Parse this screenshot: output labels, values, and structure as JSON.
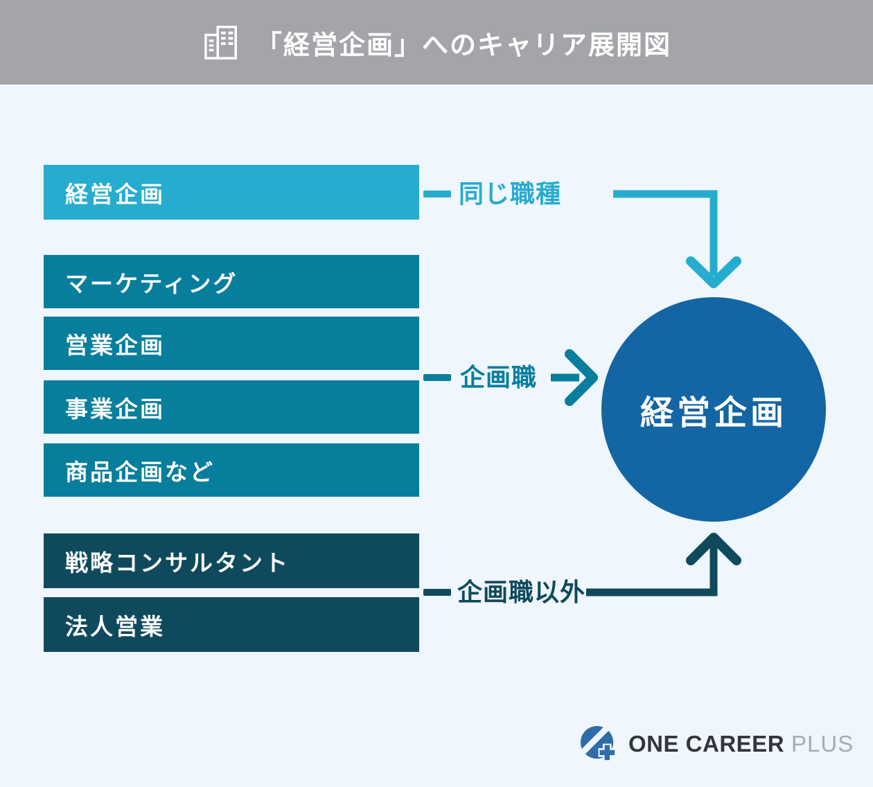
{
  "header": {
    "title": "「経営企画」へのキャリア展開図"
  },
  "groups": [
    {
      "id": "same-occupation",
      "label": "同じ職種",
      "color": "#26ACCE",
      "boxes": [
        "経営企画"
      ]
    },
    {
      "id": "planning-jobs",
      "label": "企画職",
      "color": "#077E9C",
      "boxes": [
        "マーケティング",
        "営業企画",
        "事業企画",
        "商品企画など"
      ]
    },
    {
      "id": "non-planning-jobs",
      "label": "企画職以外",
      "color": "#0F4A5C",
      "boxes": [
        "戦略コンサルタント",
        "法人営業"
      ]
    }
  ],
  "target": {
    "label": "経営企画",
    "color": "#1365A3"
  },
  "footer": {
    "brand_main": "ONE CAREER",
    "brand_suffix": "PLUS"
  },
  "icons": {
    "title_icon": "buildings-icon",
    "logo_icon": "one-career-plus-logo"
  },
  "colors": {
    "header_bg": "#A3A5A9",
    "background": "#F0F6FD",
    "same_occupation_accent": "#26ACCE",
    "planning_accent": "#077E9C",
    "non_planning_accent": "#0F4A5C",
    "target_circle": "#1365A3",
    "logo_blue": "#2E6DA8",
    "brand_text": "#32363B",
    "brand_suffix_text": "#A6ACB2"
  }
}
